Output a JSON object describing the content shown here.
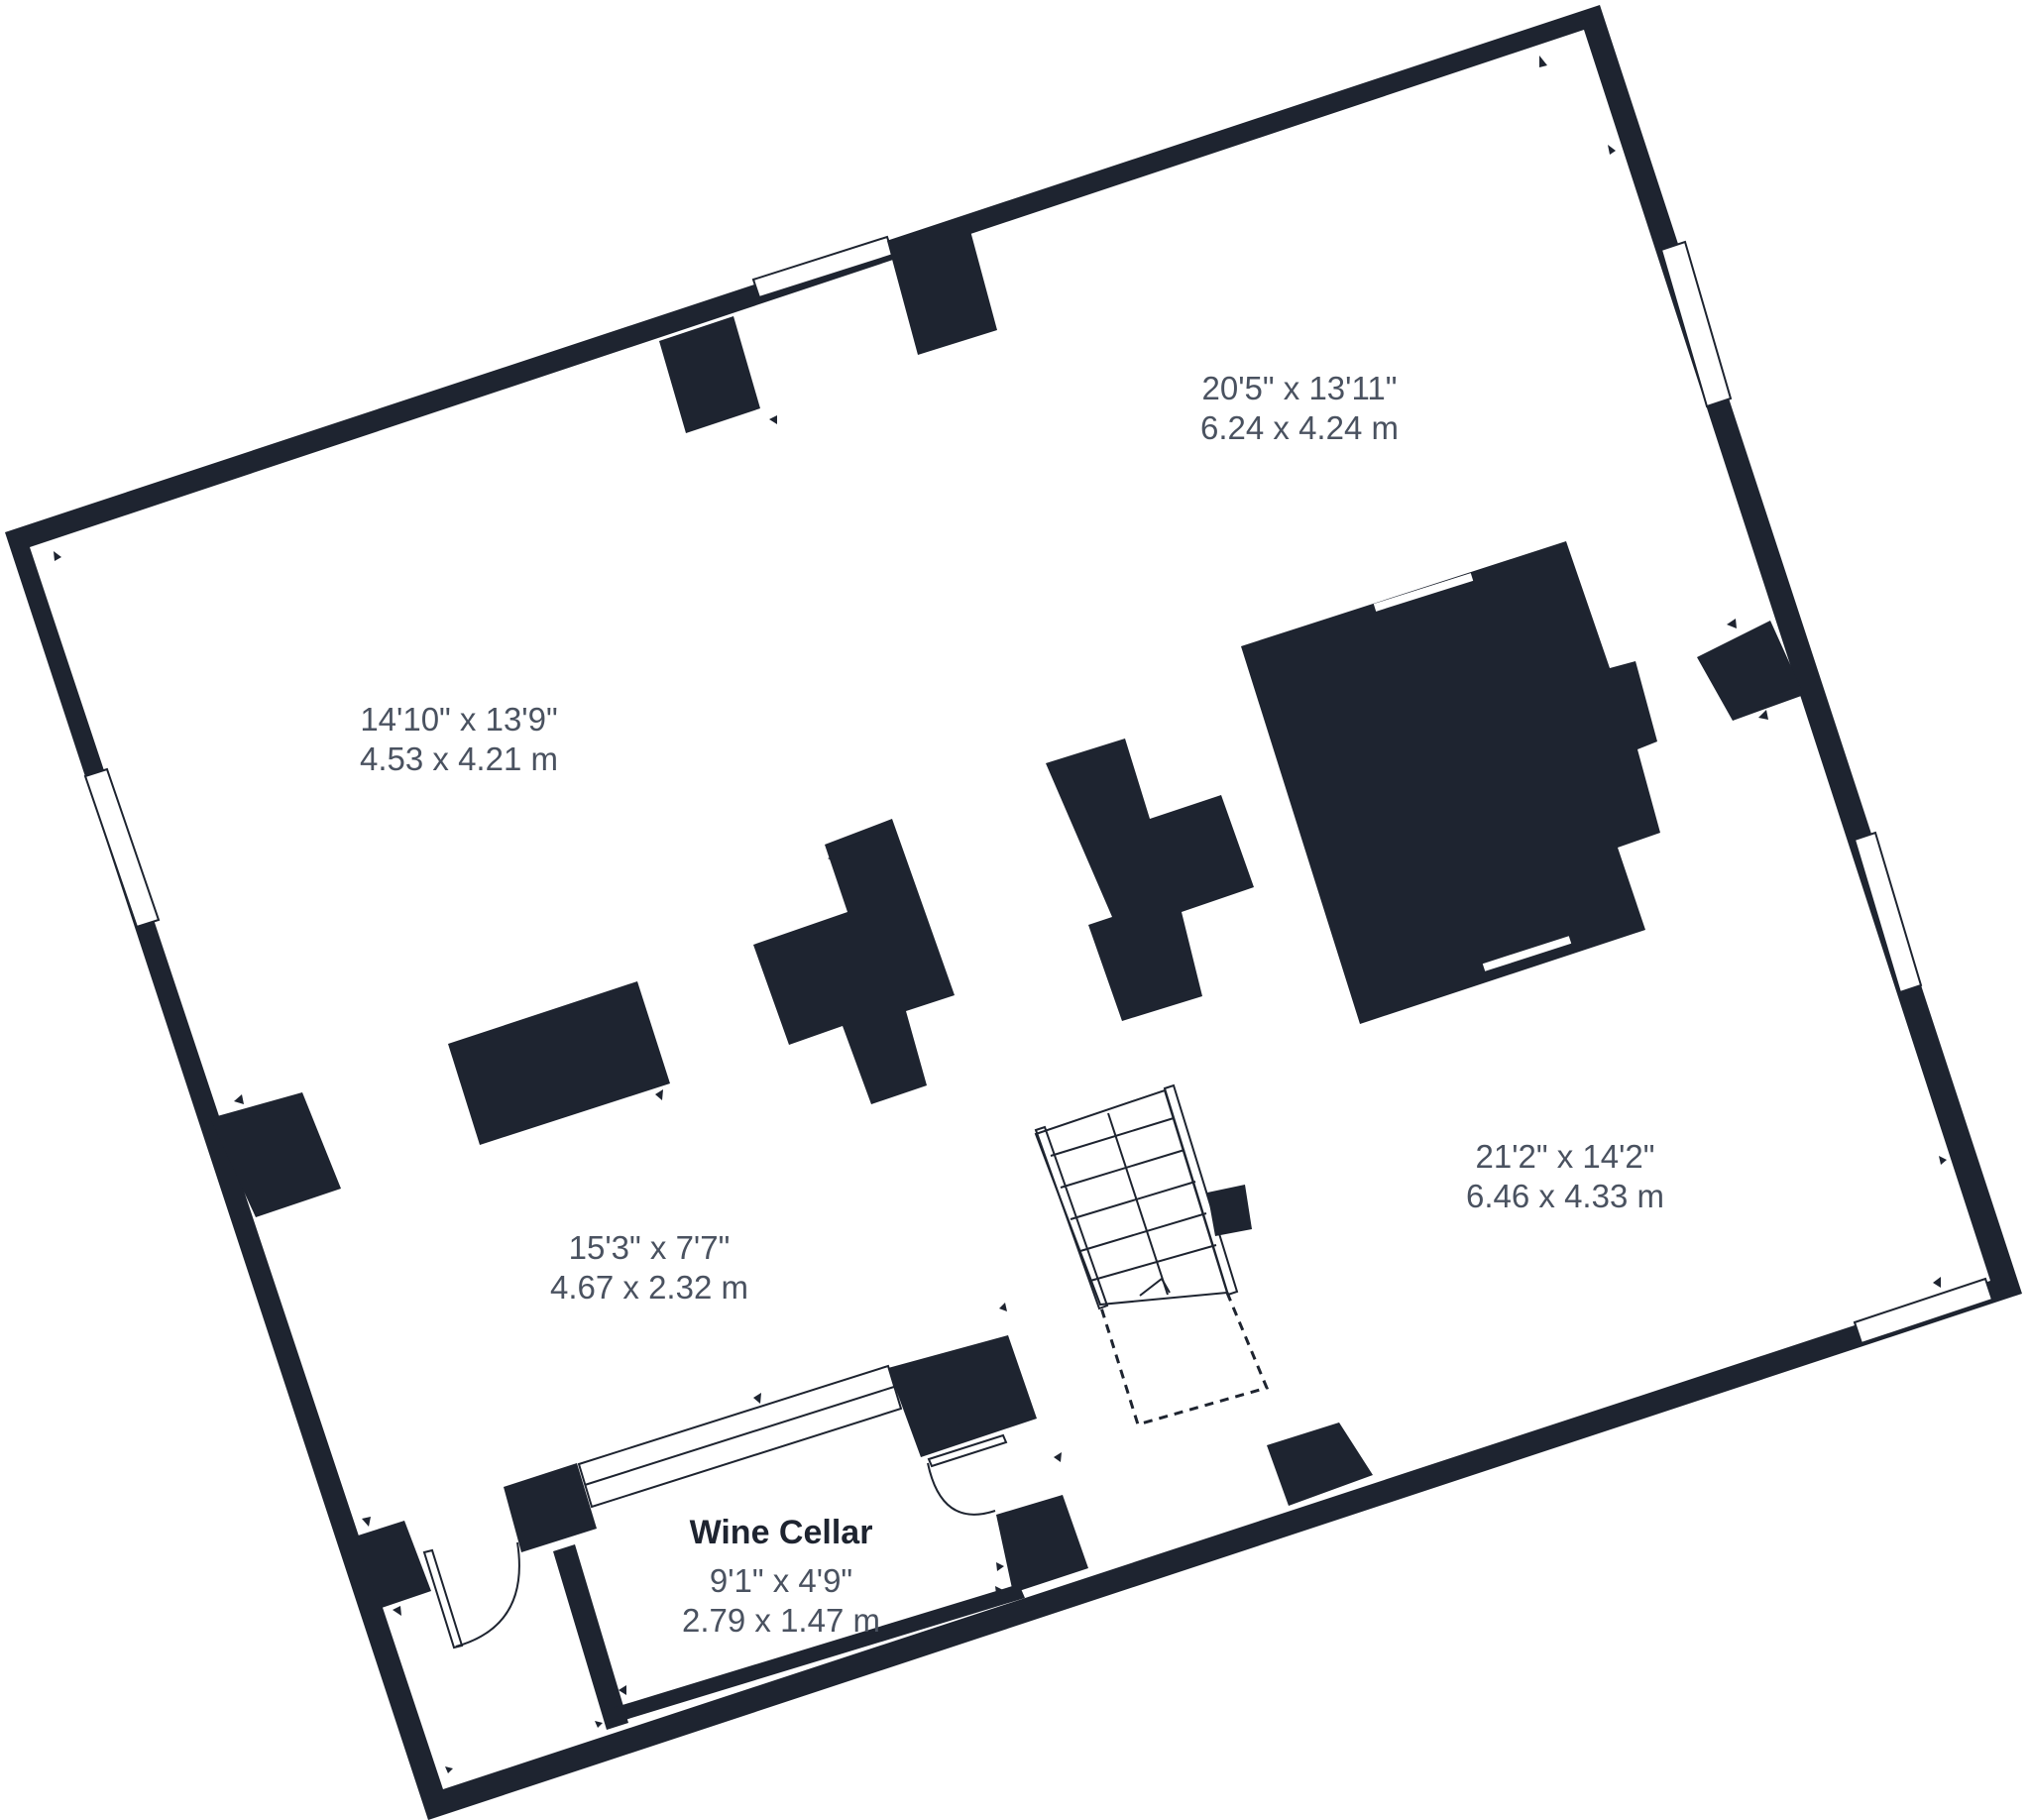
{
  "rooms": [
    {
      "name": "",
      "dim_imperial": "20'5\" x 13'11\"",
      "dim_metric": "6.24 x 4.24 m"
    },
    {
      "name": "",
      "dim_imperial": "14'10\" x 13'9\"",
      "dim_metric": "4.53 x 4.21 m"
    },
    {
      "name": "",
      "dim_imperial": "21'2\" x 14'2\"",
      "dim_metric": "6.46 x 4.33 m"
    },
    {
      "name": "",
      "dim_imperial": "15'3\" x 7'7\"",
      "dim_metric": "4.67 x 2.32 m"
    },
    {
      "name": "Wine Cellar",
      "dim_imperial": "9'1\" x 4'9\"",
      "dim_metric": "2.79 x 1.47 m"
    }
  ],
  "colors": {
    "wall": "#1e2430",
    "label": "#4a5260",
    "background": "#ffffff"
  }
}
